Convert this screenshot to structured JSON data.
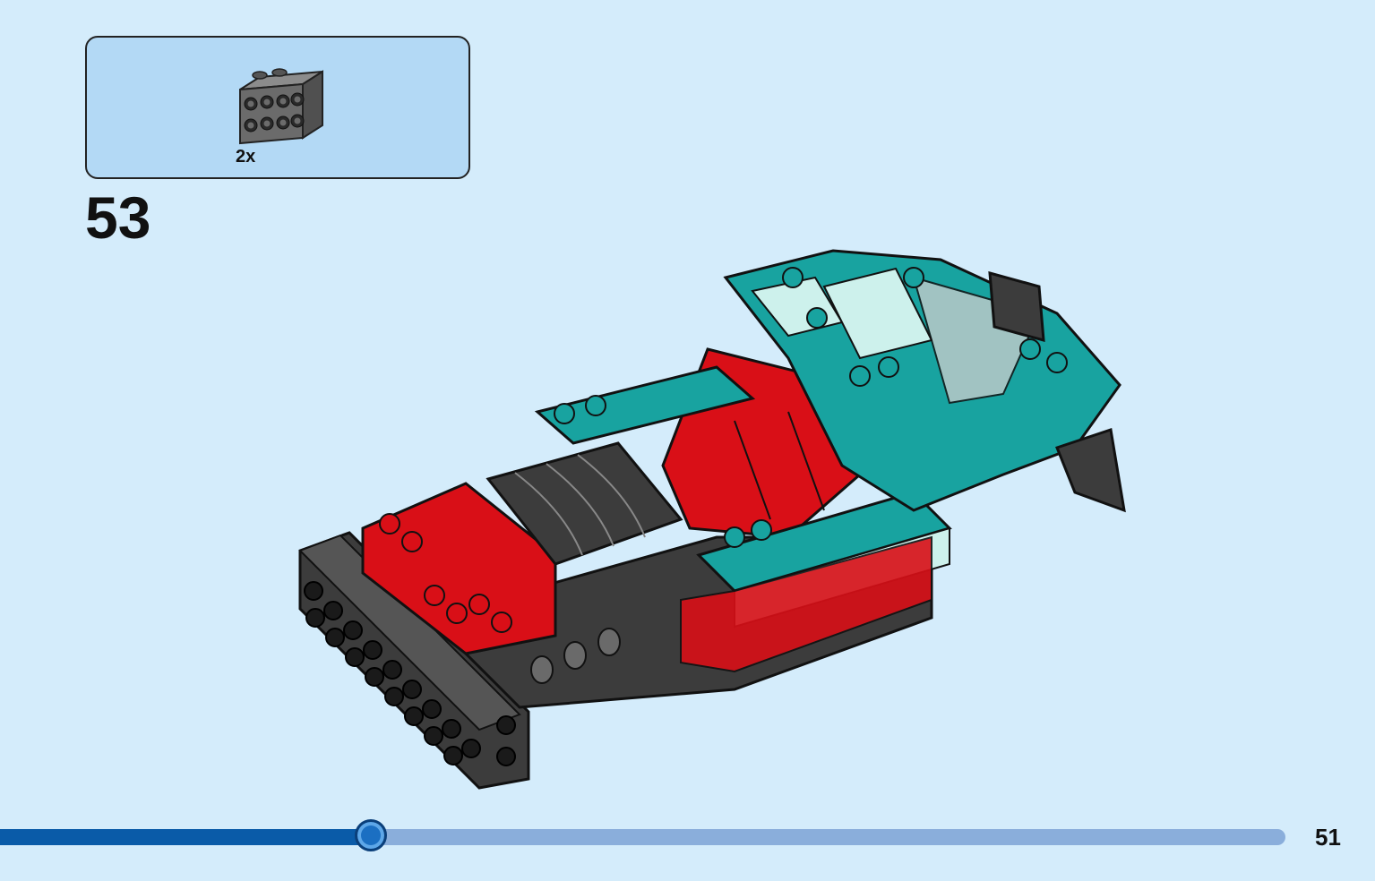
{
  "step": {
    "number": "53"
  },
  "parts_callout": {
    "items": [
      {
        "icon": "bracket-plate-icon",
        "color": "#6b6b6b",
        "quantity": "2x"
      }
    ]
  },
  "model": {
    "icon": "car-model-assembly-icon",
    "colors": {
      "teal": "#18a3a0",
      "light_aqua": "#cdf1ec",
      "red": "#d90f17",
      "dark_gray": "#3c3c3c",
      "black": "#1a1a1a"
    }
  },
  "progress": {
    "fraction": 0.29,
    "fill_color": "#0a5ba8",
    "track_color": "#8aaedb"
  },
  "page": {
    "number": "51"
  }
}
